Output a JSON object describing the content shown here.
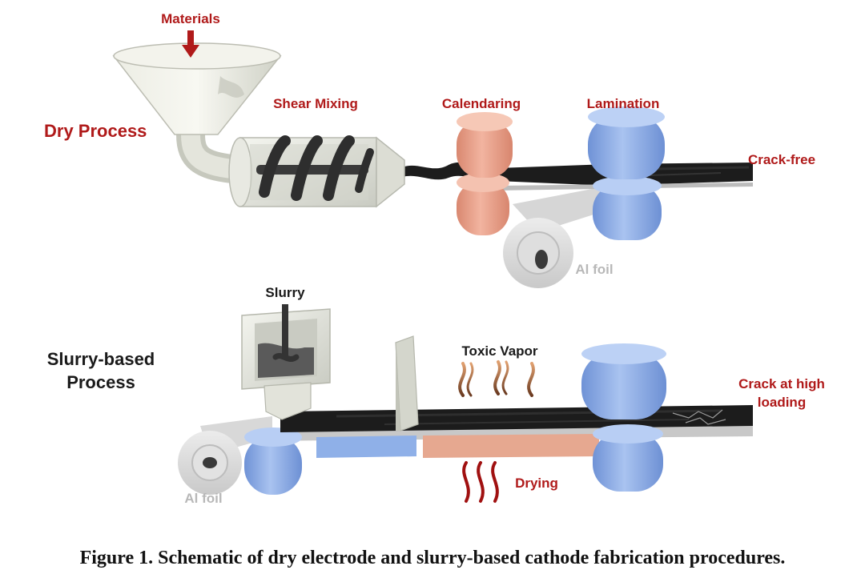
{
  "dry": {
    "title": "Dry Process",
    "materials": "Materials",
    "shear_mixing": "Shear Mixing",
    "calendaring": "Calendaring",
    "lamination": "Lamination",
    "crack_free": "Crack-free",
    "al_foil": "Al foil"
  },
  "slurry": {
    "title_line1": "Slurry-based",
    "title_line2": "Process",
    "slurry": "Slurry",
    "toxic_vapor": "Toxic Vapor",
    "crack_line1": "Crack at high",
    "crack_line2": "loading",
    "drying": "Drying",
    "al_foil": "Al foil"
  },
  "caption": "Figure 1. Schematic of dry electrode and slurry-based cathode fabrication procedures.",
  "colors": {
    "accent_red": "#b01a1a",
    "calendar_roller": "#e8a088",
    "lamination_roller": "#8eaee6",
    "electrode_film": "#1c1c1c",
    "machine_grey": "#e6e8e0",
    "drying_plate": "#e6a890"
  }
}
